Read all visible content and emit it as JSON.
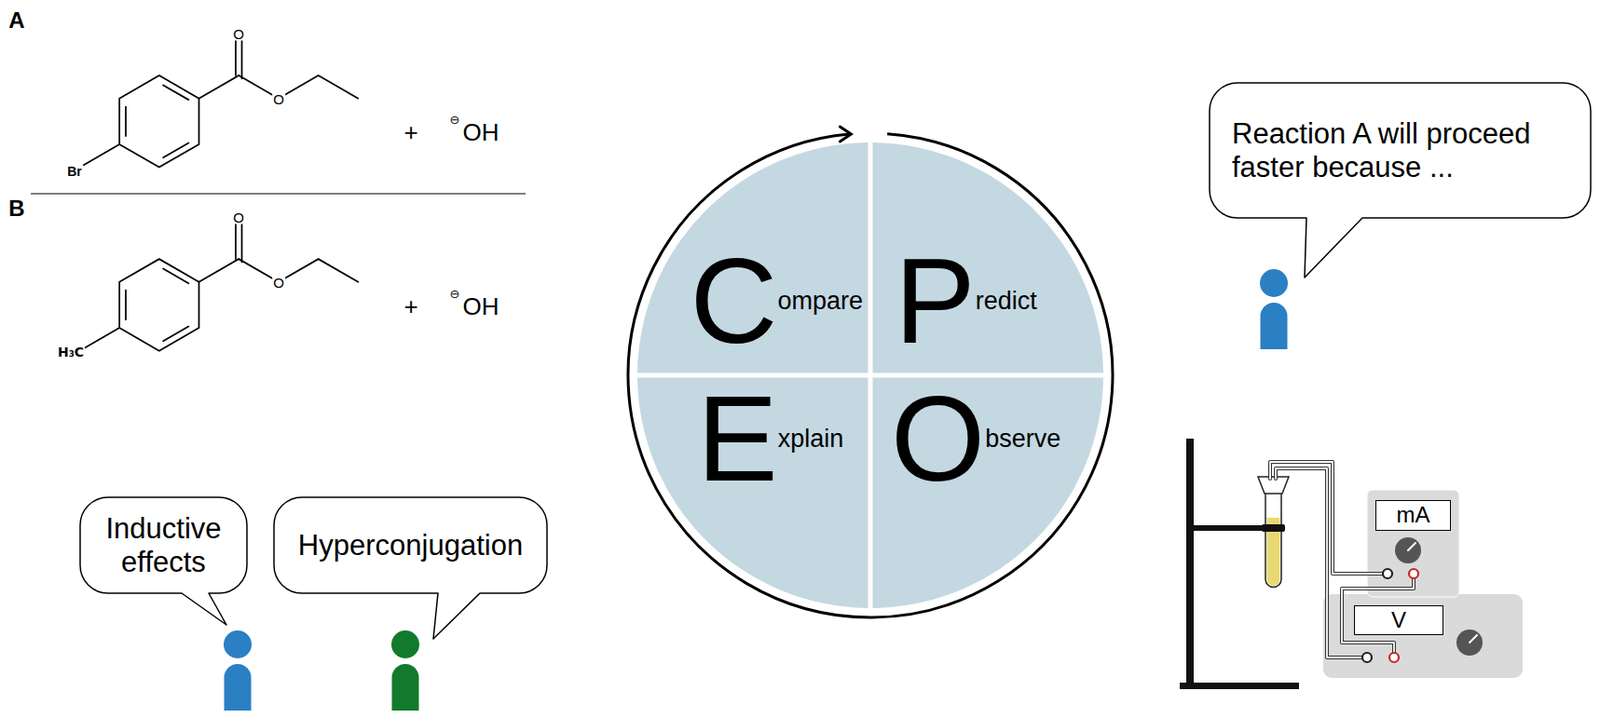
{
  "diagram": {
    "nodes": [
      {
        "text": [
          "C",
          "ompare"
        ]
      },
      {
        "text": [
          "P",
          "redict"
        ]
      },
      {
        "text": [
          "E",
          "xplain"
        ]
      },
      {
        "text": [
          "O",
          "bserve"
        ]
      },
      {
        "text": [
          "Reaction A will proceed faster because ..."
        ]
      },
      {
        "text": [
          "Inductive effects"
        ]
      },
      {
        "text": [
          "Hyperconjugation"
        ]
      },
      {
        "text": [
          "mA"
        ]
      },
      {
        "text": [
          "V"
        ]
      }
    ],
    "labels": [
      "A",
      "O",
      "O",
      "Br",
      "+",
      "⊖",
      "OH",
      "B",
      "O",
      "O",
      "H₃C",
      "+",
      "⊖",
      "OH"
    ]
  }
}
